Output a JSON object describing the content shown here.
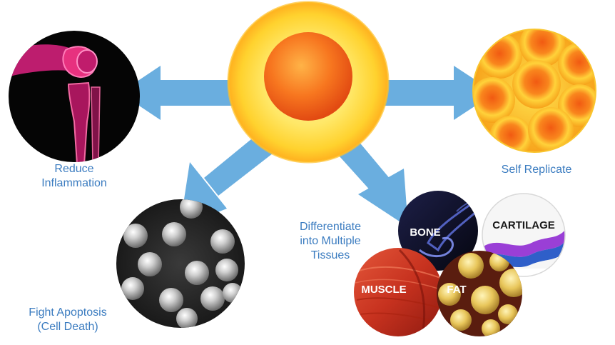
{
  "labels": {
    "reduce_line1": "Reduce",
    "reduce_line2": "Inflammation",
    "self_replicate": "Self Replicate",
    "differentiate_line1": "Differentiate",
    "differentiate_line2": "into Multiple",
    "differentiate_line3": "Tissues",
    "apoptosis_line1": "Fight Apoptosis",
    "apoptosis_line2": "(Cell Death)"
  },
  "tissues": {
    "bone": "BONE",
    "cartilage": "CARTILAGE",
    "muscle": "MUSCLE",
    "fat": "FAT"
  },
  "colors": {
    "arrow": "#6aaedf",
    "caption_text": "#3b7cc0",
    "stem_cell_outer": "#ffd93b",
    "stem_cell_core": "#f26a1b"
  },
  "icons": {
    "center": "stem-cell-icon",
    "knee": "knee-joint-icon",
    "replicate": "cell-cluster-icon",
    "apoptosis": "healthy-cells-icon"
  }
}
